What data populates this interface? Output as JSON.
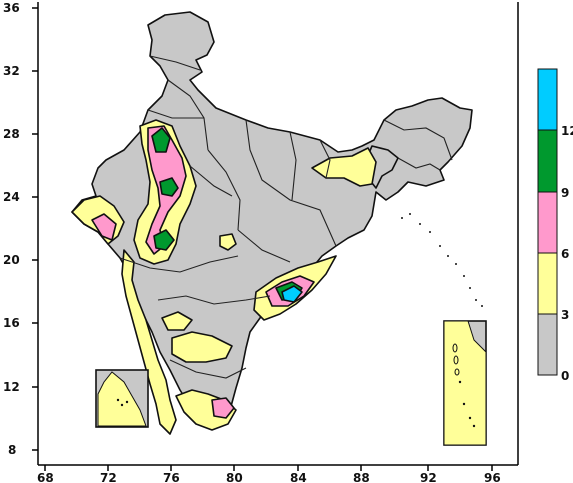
{
  "map": {
    "x_ticks": [
      "68",
      "72",
      "76",
      "80",
      "84",
      "88",
      "92",
      "96"
    ],
    "y_ticks": [
      "36",
      "32",
      "28",
      "24",
      "20",
      "16",
      "12",
      "8"
    ],
    "legend": {
      "labels": [
        "0",
        "3",
        "6",
        "9",
        "12"
      ],
      "classes": [
        {
          "range": "0-3",
          "color": "#c8c8c8"
        },
        {
          "range": "3-6",
          "color": "#ffff99"
        },
        {
          "range": "6-9",
          "color": "#ff99cc"
        },
        {
          "range": "9-12",
          "color": "#00992e"
        },
        {
          "range": "12+",
          "color": "#00ccff"
        }
      ]
    }
  }
}
